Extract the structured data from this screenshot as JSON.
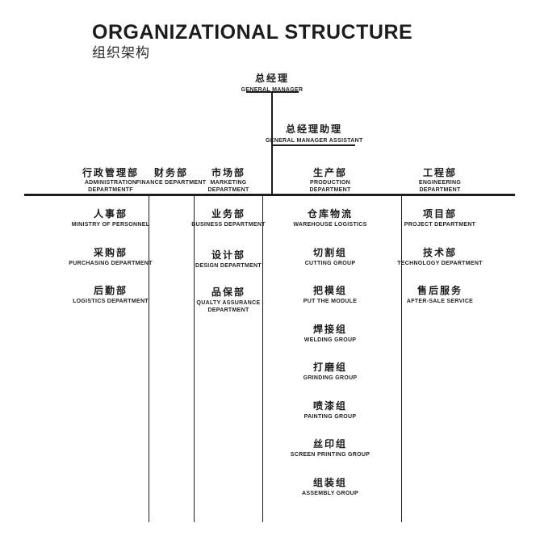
{
  "title": "ORGANIZATIONAL STRUCTURE",
  "subtitle": "组织架构",
  "colors": {
    "text": "#1a1a1a",
    "line": "#1d1d1d",
    "background": "#ffffff"
  },
  "general_manager": {
    "zh": "总经理",
    "en": "GENERAL MANAGER"
  },
  "assistant": {
    "zh": "总经理助理",
    "en": "GENERAL MANAGER ASSISTANT"
  },
  "departments": [
    {
      "zh": "行政管理部",
      "en": "ADMINISTRATION DEPARTMENTF",
      "items": [
        {
          "zh": "人事部",
          "en": "MINISTRY OF PERSONNEL"
        },
        {
          "zh": "采购部",
          "en": "PURCHASING DEPARTMENT"
        },
        {
          "zh": "后勤部",
          "en": "LOGISTICS DEPARTMENT"
        }
      ]
    },
    {
      "zh": "财务部",
      "en": "FINANCE DEPARTMENT",
      "items": []
    },
    {
      "zh": "市场部",
      "en": "MARKETING DEPARTMENT",
      "items": [
        {
          "zh": "业务部",
          "en": "BUSINESS DEPARTMENT"
        },
        {
          "zh": "设计部",
          "en": "DESIGN DEPARTMENT"
        },
        {
          "zh": "品保部",
          "en": "QUALTY ASSURANCE DEPARTMENT"
        }
      ]
    },
    {
      "zh": "生产部",
      "en": "PRODUCTION DEPARTMENT",
      "items": [
        {
          "zh": "仓库物流",
          "en": "WAREHOUSE LOGISTICS"
        },
        {
          "zh": "切割组",
          "en": "CUTTING GROUP"
        },
        {
          "zh": "把模组",
          "en": "PUT THE MODULE"
        },
        {
          "zh": "焊接组",
          "en": "WELDING GROUP"
        },
        {
          "zh": "打磨组",
          "en": "GRINDING GROUP"
        },
        {
          "zh": "喷漆组",
          "en": "PAINTING GROUP"
        },
        {
          "zh": "丝印组",
          "en": "SCREEN PRINTING GROUP"
        },
        {
          "zh": "组装组",
          "en": "ASSEMBLY GROUP"
        }
      ]
    },
    {
      "zh": "工程部",
      "en": "ENGINEERING DEPARTMENT",
      "items": [
        {
          "zh": "项目部",
          "en": "PROJECT DEPARTMENT"
        },
        {
          "zh": "技术部",
          "en": "TECHNOLOGY DEPARTMENT"
        },
        {
          "zh": "售后服务",
          "en": "AFTER-SALE SERVICE"
        }
      ]
    }
  ]
}
